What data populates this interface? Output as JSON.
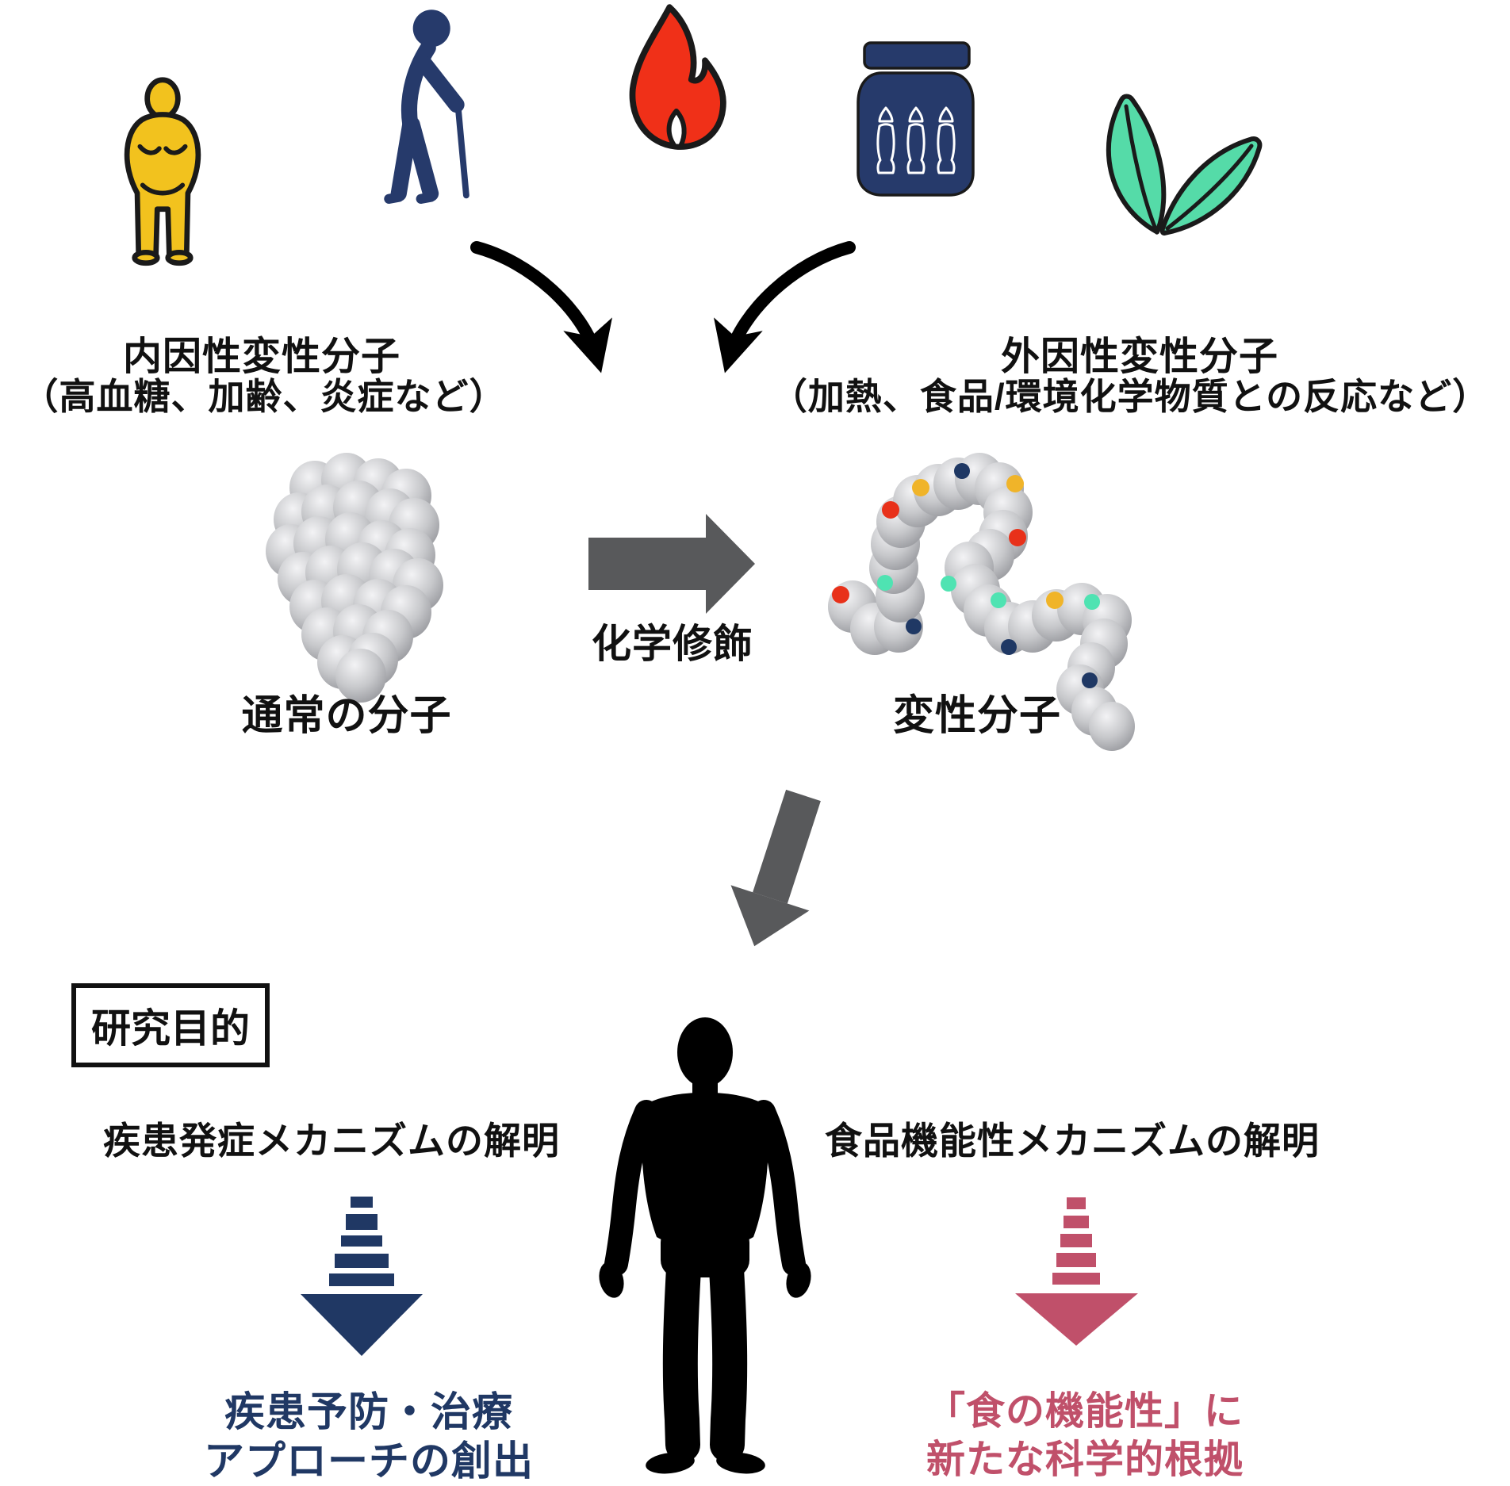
{
  "top": {
    "icons": [
      {
        "name": "obese-person-icon",
        "color": "#F2C21E"
      },
      {
        "name": "elderly-person-icon",
        "color": "#263A6B"
      },
      {
        "name": "flame-icon",
        "color": "#F03018"
      },
      {
        "name": "fish-jar-icon",
        "color": "#263A6B"
      },
      {
        "name": "leaves-icon",
        "color": "#55DBA8"
      }
    ],
    "intrinsic": {
      "title": "内因性変性分子",
      "subtitle": "（高血糖、加齢、炎症など）"
    },
    "extrinsic": {
      "title": "外因性変性分子",
      "subtitle": "（加熱、食品/環境化学物質との反応など）"
    }
  },
  "middle": {
    "normal_label": "通常の分子",
    "process_label": "化学修飾",
    "denatured_label": "変性分子"
  },
  "bottom": {
    "purpose_box": "研究目的",
    "left_heading": "疾患発症メカニズムの解明",
    "right_heading": "食品機能性メカニズムの解明",
    "left_outcome": [
      "疾患予防・治療",
      "アプローチの創出"
    ],
    "right_outcome": [
      "「食の機能性」に",
      "新たな科学的根拠"
    ]
  },
  "colors": {
    "accent_navy": "#203864",
    "accent_pink": "#C0506A",
    "arrow_gray": "#58595B",
    "sphere_gray": "#C7C8CB",
    "marker_red": "#E8311A",
    "marker_yellow": "#F0B429",
    "marker_navy": "#1F3864",
    "marker_mint": "#4FE3B2"
  }
}
